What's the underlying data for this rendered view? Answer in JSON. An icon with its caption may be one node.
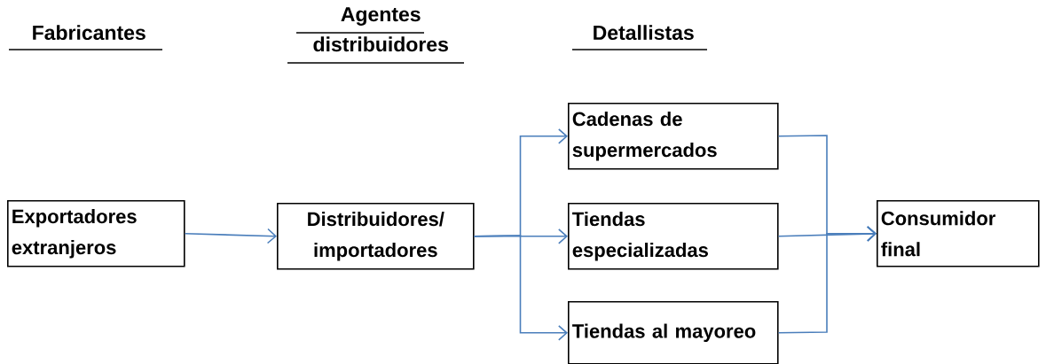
{
  "diagram": {
    "nodes": [
      {
        "text": [
          "Exportadores extranjeros"
        ]
      },
      {
        "text": [
          "Distribuidores/ importadores"
        ]
      },
      {
        "text": [
          "Cadenas de supermercados"
        ]
      },
      {
        "text": [
          "Tiendas especializadas"
        ]
      },
      {
        "text": [
          "Tiendas al mayoreo"
        ]
      },
      {
        "text": [
          "Consumidor final"
        ]
      }
    ],
    "edges": [
      {
        "from": 0,
        "to": 1,
        "arrow": "to"
      },
      {
        "from": 1,
        "to": 2,
        "arrow": "to"
      },
      {
        "from": 1,
        "to": 3,
        "arrow": "to"
      },
      {
        "from": 1,
        "to": 4,
        "arrow": "to"
      },
      {
        "from": 2,
        "to": 5,
        "arrow": "to"
      },
      {
        "from": 3,
        "to": 5,
        "arrow": "to"
      },
      {
        "from": 4,
        "to": 5,
        "arrow": "to"
      }
    ],
    "labels": [
      "Fabricantes",
      "Agentes distribuidores",
      "Detallistas"
    ]
  }
}
